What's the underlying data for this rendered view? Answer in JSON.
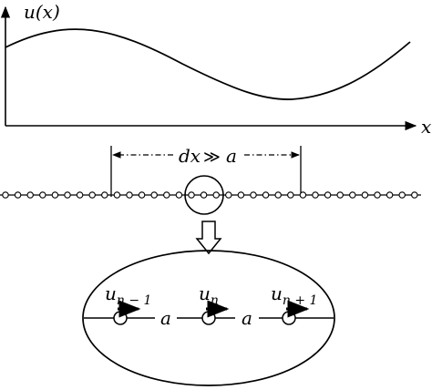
{
  "graph": {
    "y_label": "u(x)",
    "x_label": "x"
  },
  "dimension": {
    "label_left": "dx",
    "relation": "≫",
    "label_right": "a"
  },
  "zoom": {
    "u_prev": {
      "base": "u",
      "sub": "n − 1"
    },
    "u_curr": {
      "base": "u",
      "sub": "n"
    },
    "u_next": {
      "base": "u",
      "sub": "n + 1"
    },
    "spacing_left": "a",
    "spacing_right": "a"
  }
}
